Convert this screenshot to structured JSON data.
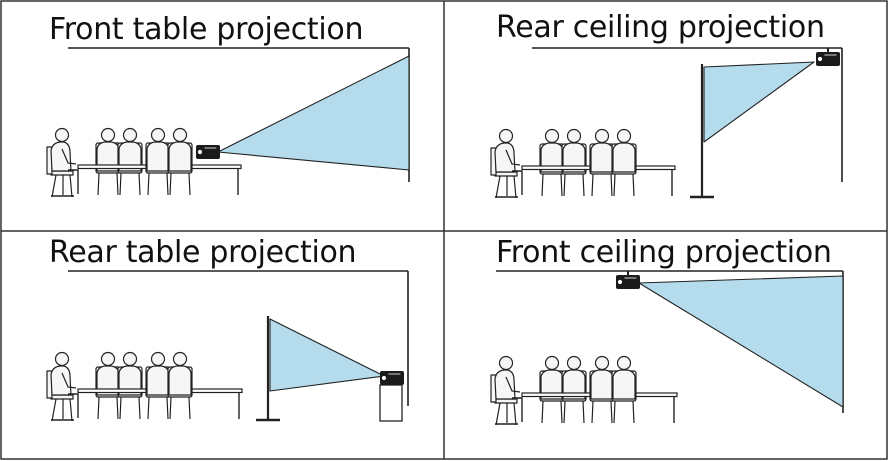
{
  "panels": [
    {
      "title": "Front table projection"
    },
    {
      "title": "Rear ceiling projection"
    },
    {
      "title": "Rear table projection"
    },
    {
      "title": "Front ceiling projection"
    }
  ],
  "colors": {
    "frame": "#333333",
    "line": "#222222",
    "beam": "#b5dcec",
    "seat": "#f6f6f6",
    "projector": "#1a1a1a"
  }
}
